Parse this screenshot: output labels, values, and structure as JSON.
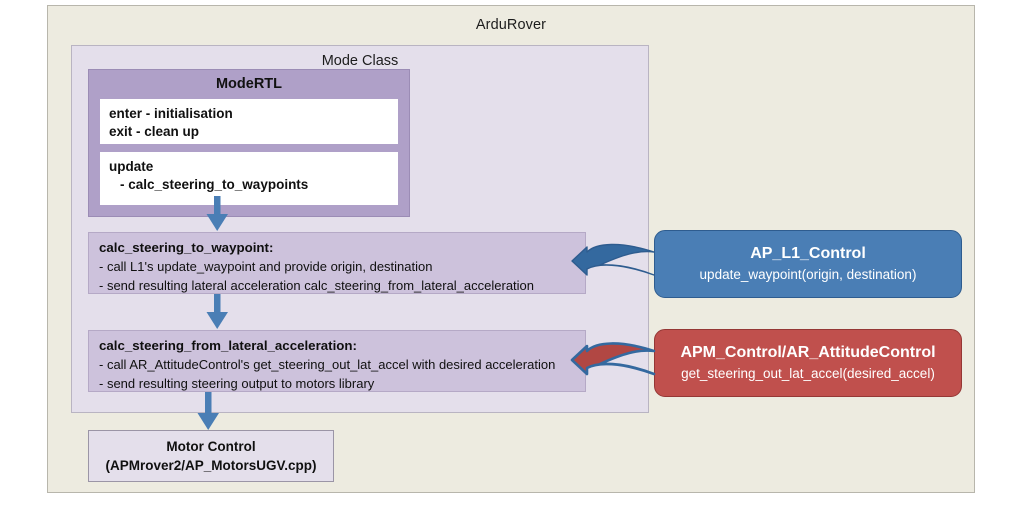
{
  "diagram": {
    "title": "ArduRover",
    "mode_class_title": "Mode Class",
    "mode_rtl": {
      "title": "ModeRTL",
      "card_a": {
        "line1": "enter - initialisation",
        "line2": "exit - clean up"
      },
      "card_b": {
        "line1": "update",
        "line2": "- calc_steering_to_waypoints"
      }
    },
    "steps": [
      {
        "header": "calc_steering_to_waypoint:",
        "bullets": [
          "- call L1's update_waypoint and provide origin, destination",
          "- send resulting lateral acceleration calc_steering_from_lateral_acceleration"
        ]
      },
      {
        "header": "calc_steering_from_lateral_acceleration:",
        "bullets": [
          "- call AR_AttitudeControl's get_steering_out_lat_accel with desired acceleration",
          "- send resulting steering output to motors library"
        ]
      }
    ],
    "motor_control": {
      "line1": "Motor Control",
      "line2": "(APMrover2/AP_MotorsUGV.cpp)"
    },
    "modules": [
      {
        "title": "AP_L1_Control",
        "subtitle": "update_waypoint(origin, destination)",
        "color": "#4A7EB5"
      },
      {
        "title": "APM_Control/AR_AttitudeControl",
        "subtitle": "get_steering_out_lat_accel(desired_accel)",
        "color": "#C0504D"
      }
    ],
    "colors": {
      "background": "#EDEBE0",
      "mode_class": "#E4DFEB",
      "mode_rtl": "#AFA0C8",
      "step_box": "#CDC2DC",
      "arrow_blue": "#4A7EB5",
      "arrow_red": "#C0504D"
    }
  }
}
